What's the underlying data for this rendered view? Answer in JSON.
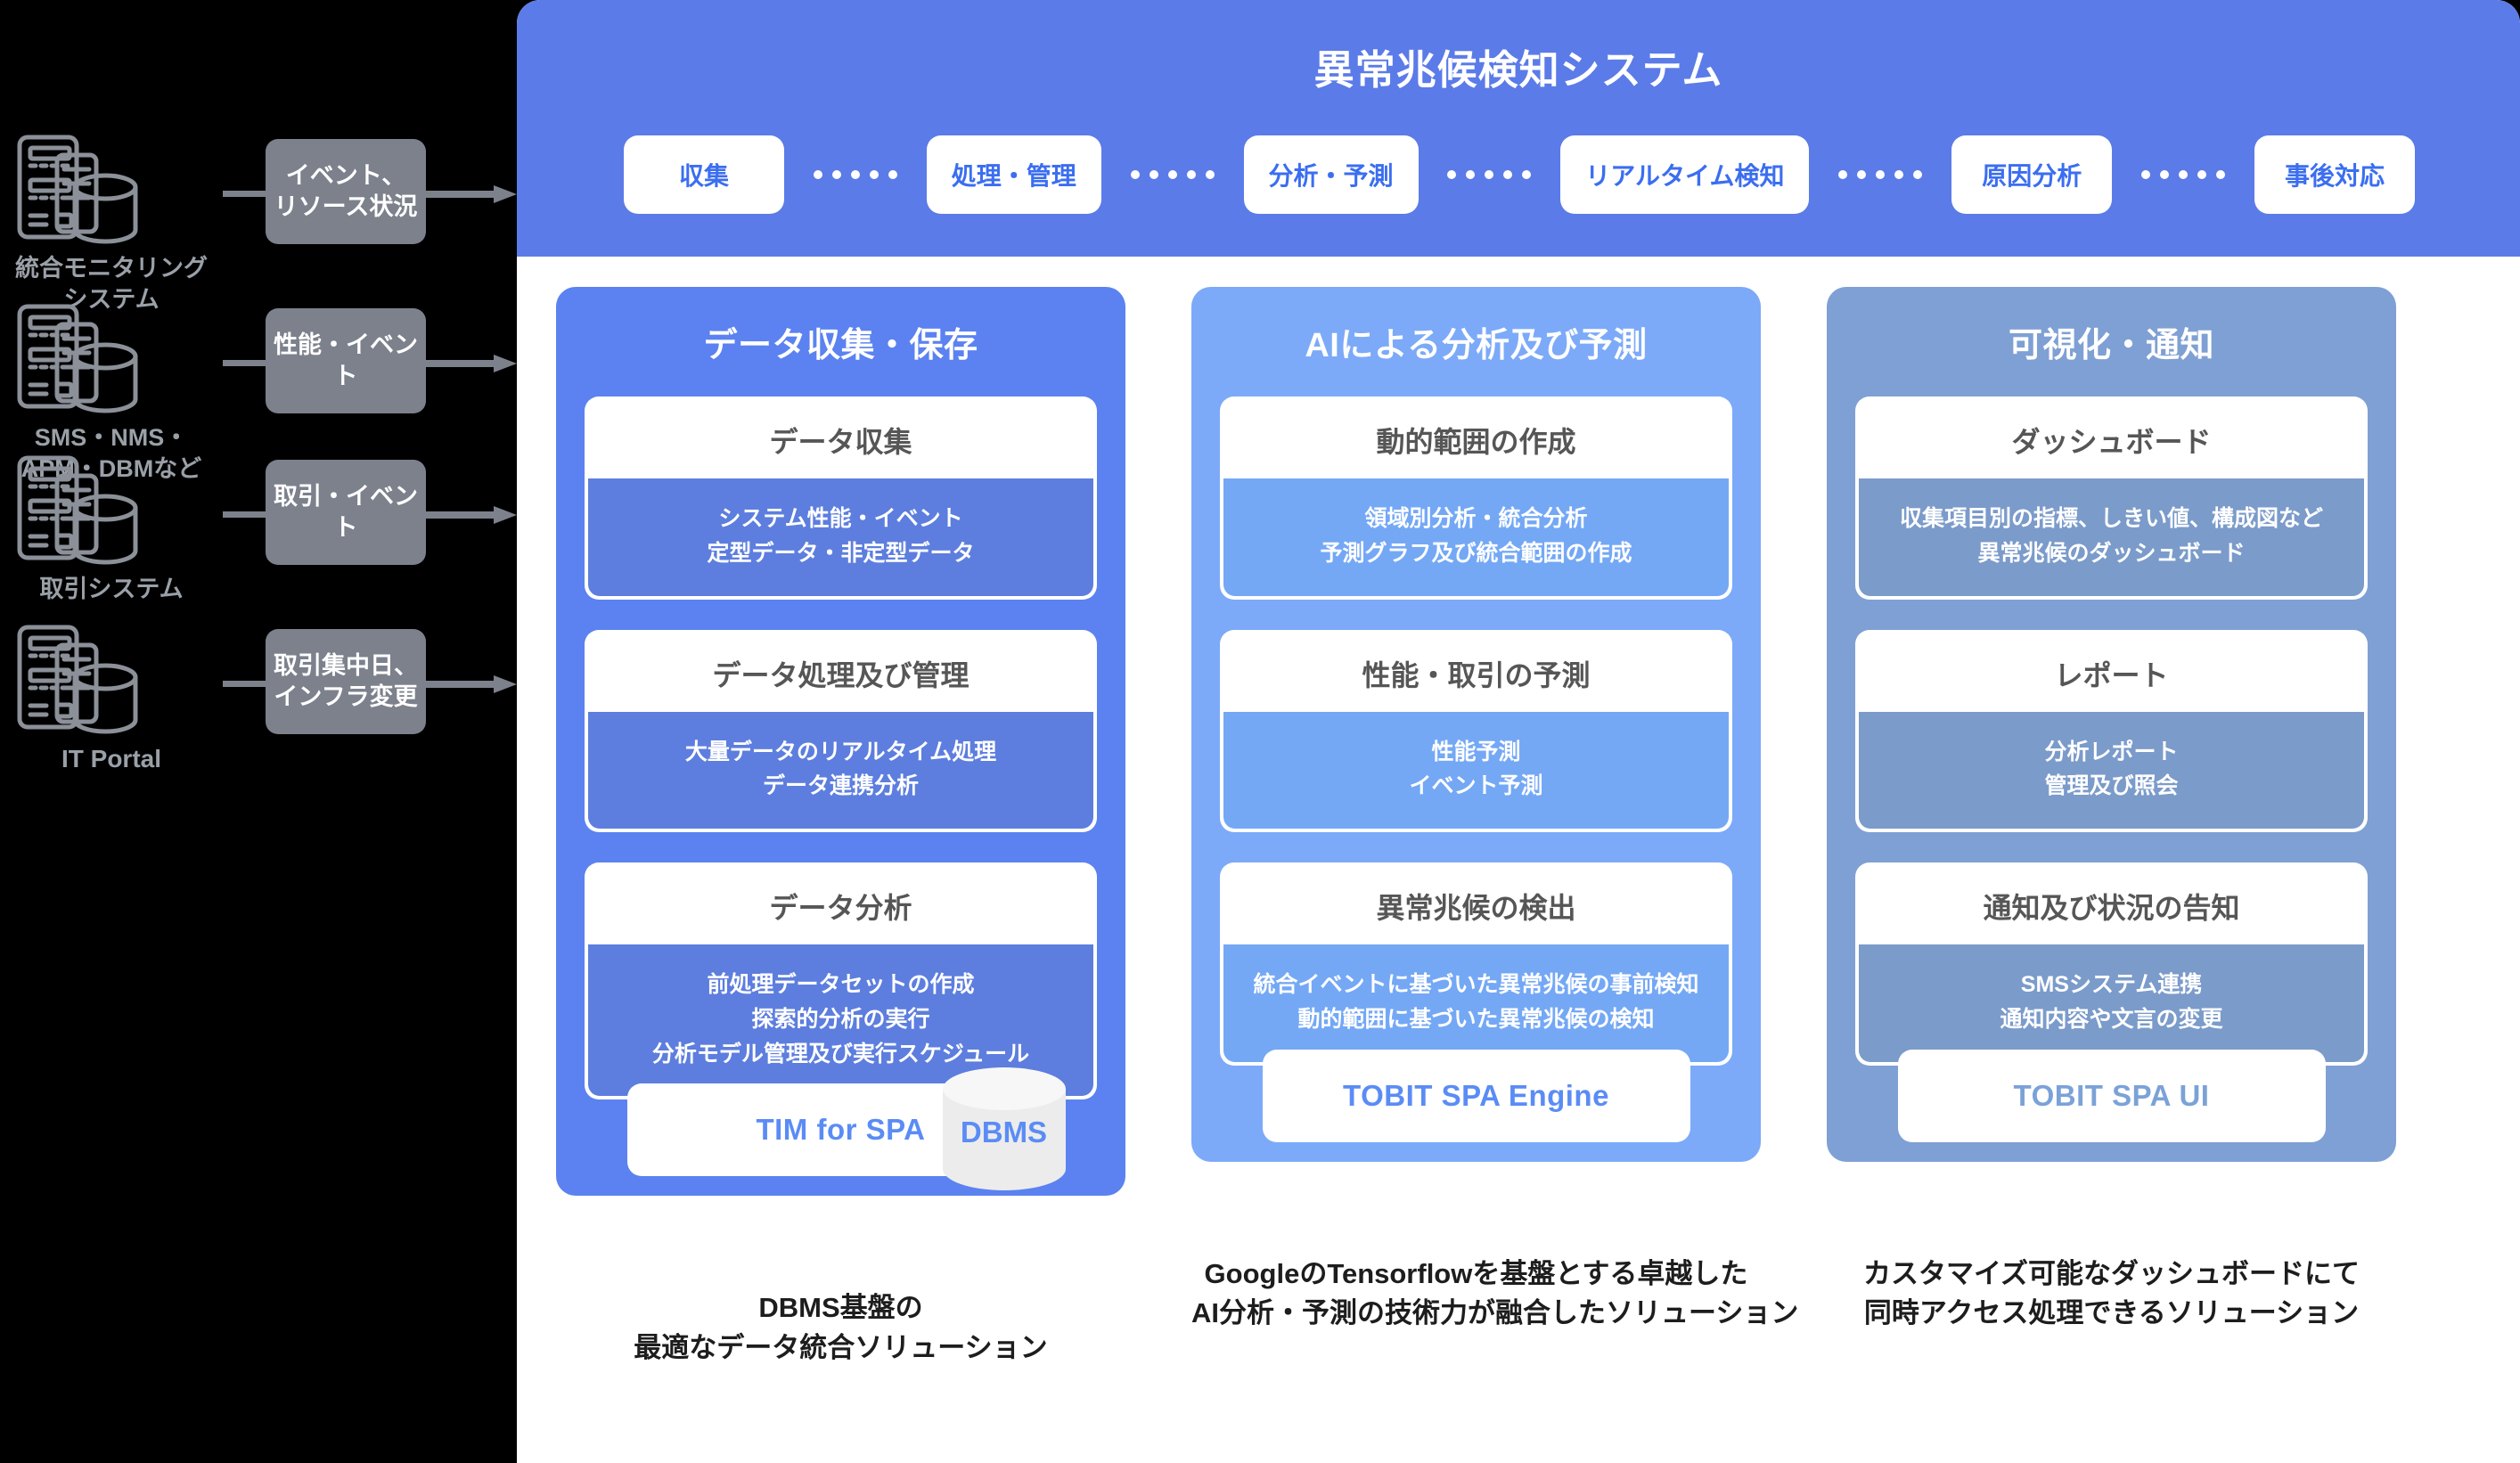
{
  "sources": [
    {
      "icon": "server-database-icon",
      "label": "統合モニタリング\nシステム",
      "badge": "イベント、\nリソース状況"
    },
    {
      "icon": "server-database-icon",
      "label": "SMS・NMS・\nAPM・DBMなど",
      "badge": "性能・イベント"
    },
    {
      "icon": "server-database-icon",
      "label": "取引システム",
      "badge": "取引・イベント"
    },
    {
      "icon": "server-database-icon",
      "label": "IT Portal",
      "badge": "取引集中日、\nインフラ変更"
    }
  ],
  "panel": {
    "title": "異常兆候検知システム",
    "pipeline": [
      "収集",
      "処理・管理",
      "分析・予測",
      "リアルタイム検知",
      "原因分析",
      "事後対応"
    ]
  },
  "columns": [
    {
      "title": "データ収集・保存",
      "cards": [
        {
          "head": "データ収集",
          "lines": [
            "システム性能・イベント",
            "定型データ・非定型データ"
          ]
        },
        {
          "head": "データ処理及び管理",
          "lines": [
            "大量データのリアルタイム処理",
            "データ連携分析"
          ]
        },
        {
          "head": "データ分析",
          "lines": [
            "前処理データセットの作成",
            "探索的分析の実行",
            "分析モデル管理及び実行スケジュール"
          ]
        }
      ],
      "product": "TIM for SPA",
      "dbms_badge": "DBMS",
      "caption": "DBMS基盤の\n最適なデータ統合ソリューション"
    },
    {
      "title": "AIによる分析及び予測",
      "cards": [
        {
          "head": "動的範囲の作成",
          "lines": [
            "領域別分析・統合分析",
            "予測グラフ及び統合範囲の作成"
          ]
        },
        {
          "head": "性能・取引の予測",
          "lines": [
            "性能予測",
            "イベント予測"
          ]
        },
        {
          "head": "異常兆候の検出",
          "lines": [
            "統合イベントに基づいた異常兆候の事前検知",
            "動的範囲に基づいた異常兆候の検知"
          ]
        }
      ],
      "product": "TOBIT SPA Engine",
      "dbms_badge": null,
      "caption": "GoogleのTensorflowを基盤とする卓越した\nAI分析・予測の技術力が融合したソリューション"
    },
    {
      "title": "可視化・通知",
      "cards": [
        {
          "head": "ダッシュボード",
          "lines": [
            "収集項目別の指標、しきい値、構成図など",
            "異常兆候のダッシュボード"
          ]
        },
        {
          "head": "レポート",
          "lines": [
            "分析レポート",
            "管理及び照会"
          ]
        },
        {
          "head": "通知及び状況の告知",
          "lines": [
            "SMSシステム連携",
            "通知内容や文言の変更"
          ]
        }
      ],
      "product": "TOBIT SPA UI",
      "dbms_badge": null,
      "caption": "カスタマイズ可能なダッシュボードにて\n同時アクセス処理できるソリューション"
    }
  ],
  "colors": {
    "background": "#000000",
    "panel_header": "#5b7be8",
    "column_1": "#5b82f0",
    "column_2": "#7caaf8",
    "column_3": "#7fa0d4",
    "badge_gray": "#7c818c",
    "source_label": "#9aa0a8",
    "pipeline_text": "#3b6ef0"
  }
}
